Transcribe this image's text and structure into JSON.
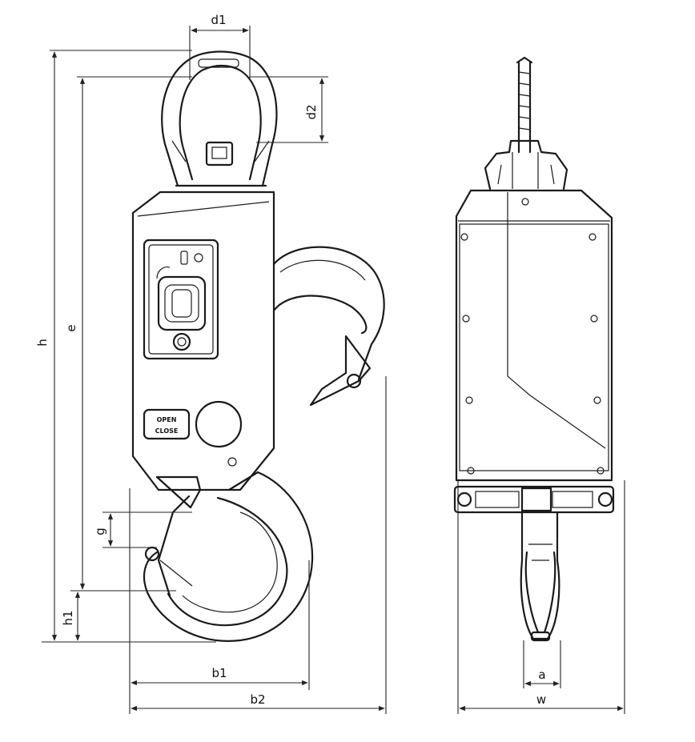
{
  "labels": {
    "d1": "d1",
    "d2": "d2",
    "h": "h",
    "e": "e",
    "g": "g",
    "h1": "h1",
    "b1": "b1",
    "b2": "b2",
    "a": "a",
    "w": "w"
  },
  "badge": {
    "line1": "OPEN",
    "line2": "CLOSE"
  }
}
